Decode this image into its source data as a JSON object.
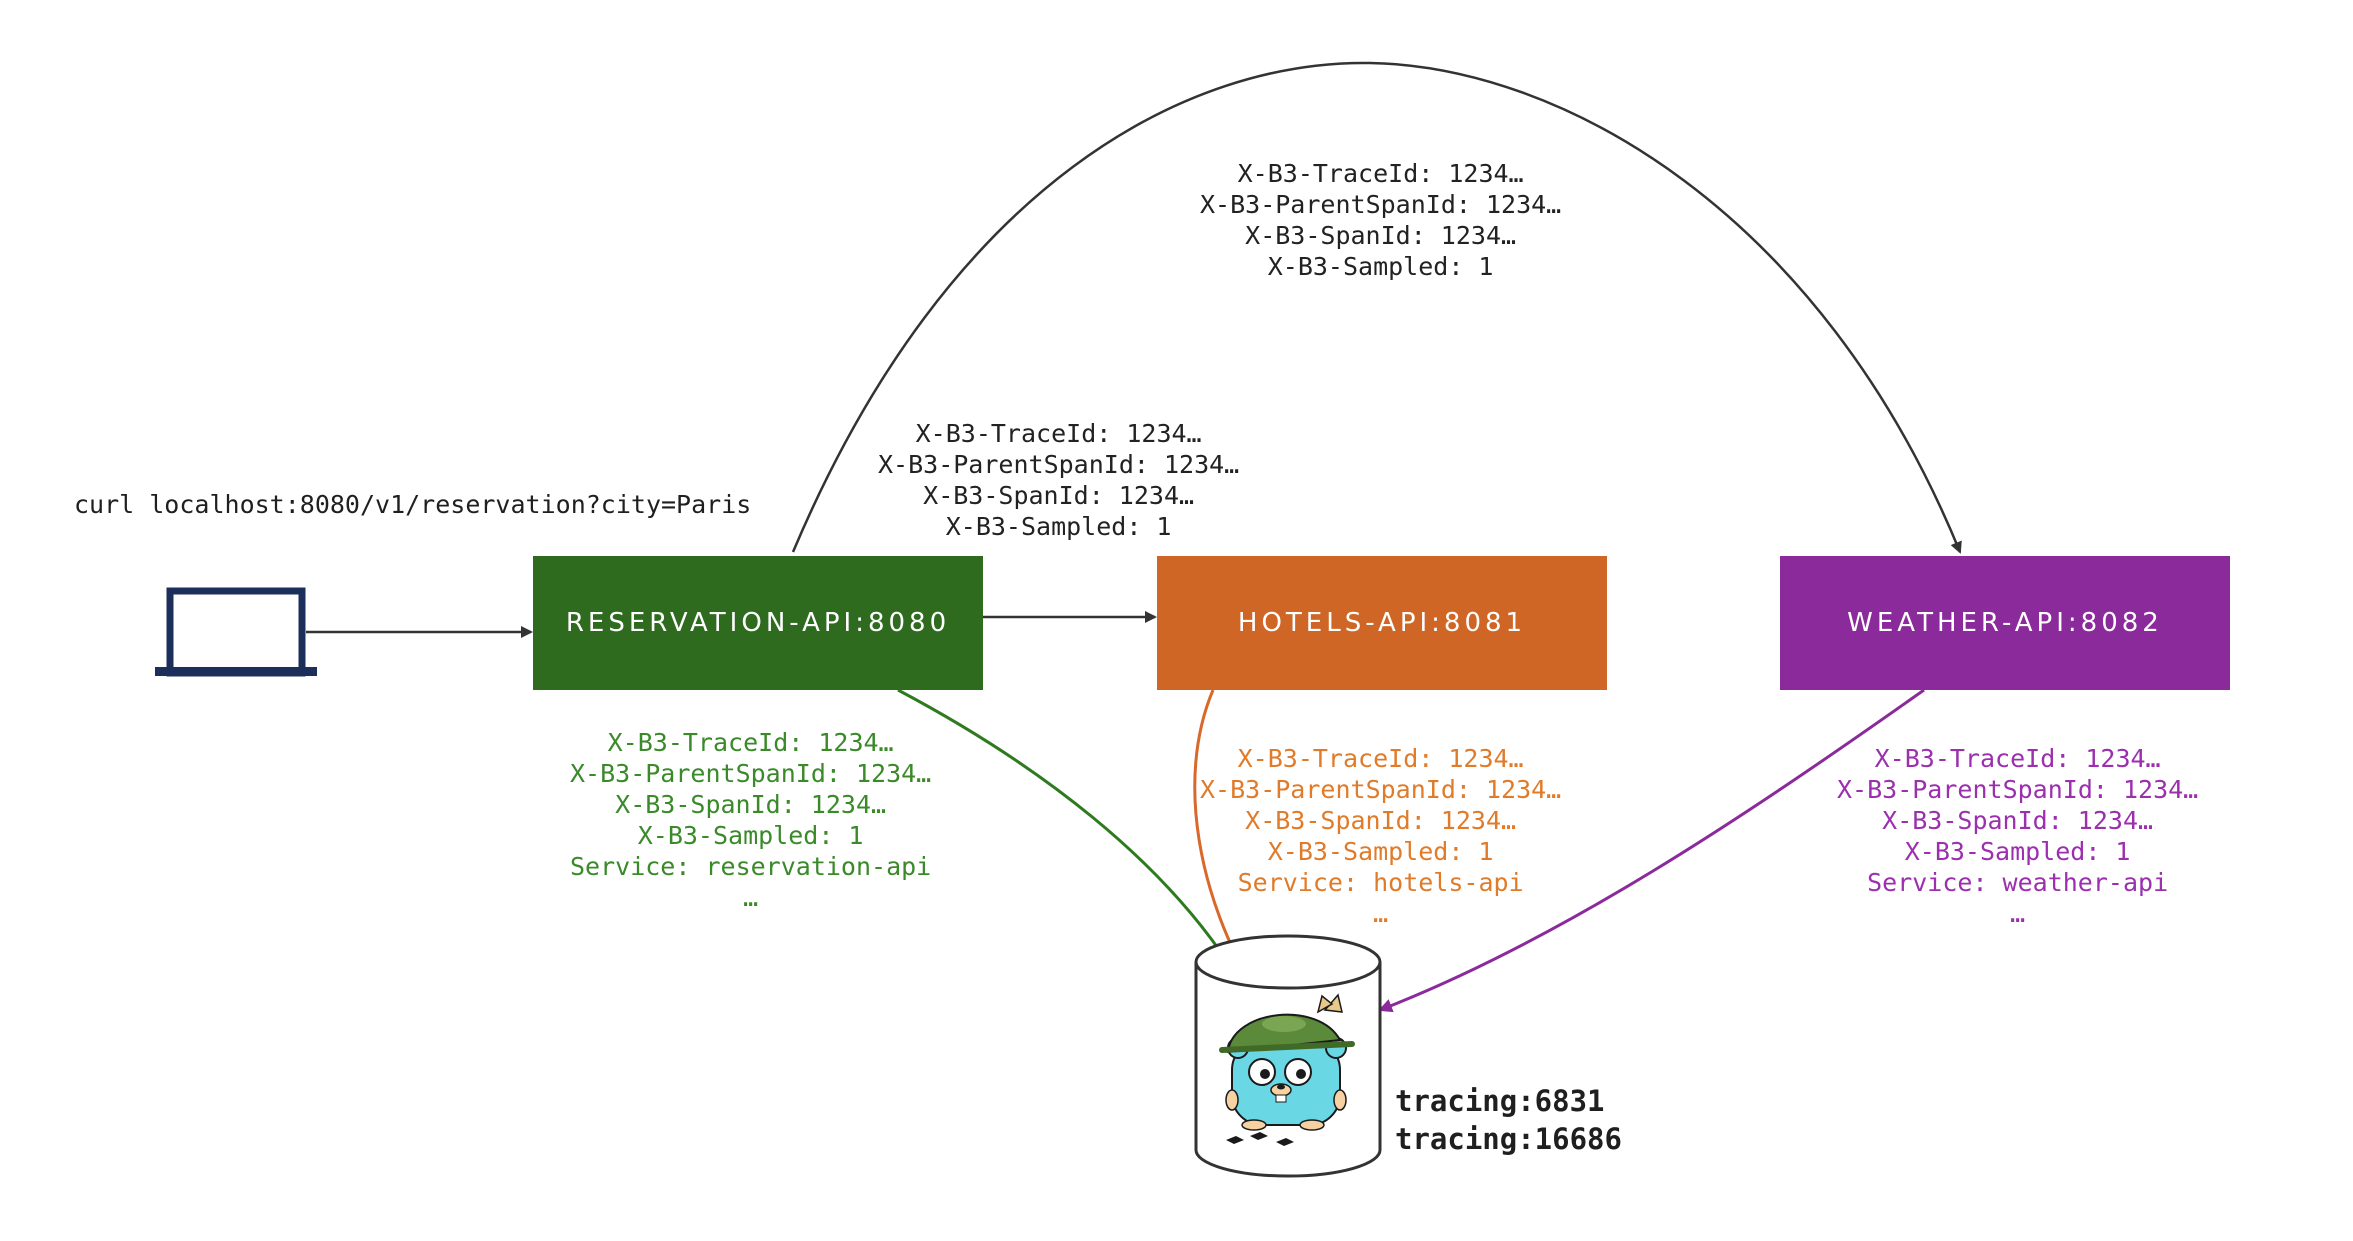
{
  "colors": {
    "reservation": "#2e6b1f",
    "hotels": "#cf6625",
    "weather": "#8a2a9b",
    "reservation_text": "#3a8a2a",
    "hotels_text": "#e07b2a",
    "weather_text": "#9b2fae",
    "laptop": "#1c2f5a",
    "arrow": "#333333"
  },
  "client": {
    "command": "curl localhost:8080/v1/reservation?city=Paris",
    "icon": "laptop-icon"
  },
  "services": {
    "reservation": {
      "label": "RESERVATION-API:8080"
    },
    "hotels": {
      "label": "HOTELS-API:8081"
    },
    "weather": {
      "label": "WEATHER-API:8082"
    }
  },
  "headers_to_weather": {
    "trace_id": "X-B3-TraceId: 1234…",
    "parent_span_id": "X-B3-ParentSpanId: 1234…",
    "span_id": "X-B3-SpanId: 1234…",
    "sampled": "X-B3-Sampled: 1"
  },
  "headers_to_hotels": {
    "trace_id": "X-B3-TraceId: 1234…",
    "parent_span_id": "X-B3-ParentSpanId: 1234…",
    "span_id": "X-B3-SpanId: 1234…",
    "sampled": "X-B3-Sampled: 1"
  },
  "spans": {
    "reservation": {
      "trace_id": "X-B3-TraceId: 1234…",
      "parent_span_id": "X-B3-ParentSpanId: 1234…",
      "span_id": "X-B3-SpanId: 1234…",
      "sampled": "X-B3-Sampled: 1",
      "service": "Service: reservation-api",
      "ellipsis": "…"
    },
    "hotels": {
      "trace_id": "X-B3-TraceId: 1234…",
      "parent_span_id": "X-B3-ParentSpanId: 1234…",
      "span_id": "X-B3-SpanId: 1234…",
      "sampled": "X-B3-Sampled: 1",
      "service": "Service: hotels-api",
      "ellipsis": "…"
    },
    "weather": {
      "trace_id": "X-B3-TraceId: 1234…",
      "parent_span_id": "X-B3-ParentSpanId: 1234…",
      "span_id": "X-B3-SpanId: 1234…",
      "sampled": "X-B3-Sampled: 1",
      "service": "Service: weather-api",
      "ellipsis": "…"
    }
  },
  "tracing_store": {
    "icon": "database-cylinder-icon",
    "mascot": "gopher-mascot-icon",
    "ports": [
      "tracing:6831",
      "tracing:16686"
    ]
  }
}
